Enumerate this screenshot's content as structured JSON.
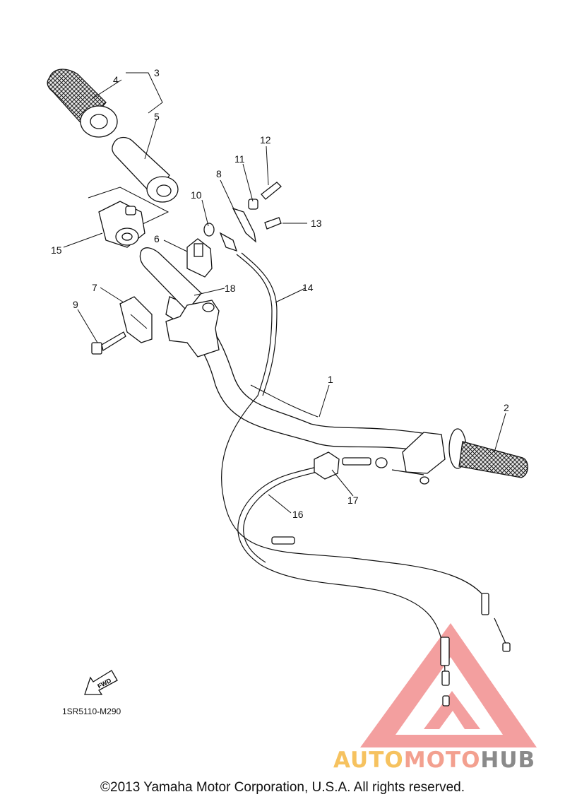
{
  "callouts": {
    "c1": "1",
    "c2": "2",
    "c3": "3",
    "c4": "4",
    "c5": "5",
    "c6": "6",
    "c7": "7",
    "c8": "8",
    "c9": "9",
    "c10": "10",
    "c11": "11",
    "c12": "12",
    "c13": "13",
    "c14": "14",
    "c15": "15",
    "c16": "16",
    "c17": "17",
    "c18": "18"
  },
  "fwd_label": "FWD",
  "diagram_code": "1SR5110-M290",
  "copyright": "©2013 Yamaha Motor Corporation, U.S.A. All rights reserved.",
  "watermark": {
    "part1": "AUTO",
    "part2": "MOTO",
    "part3": "HUB",
    "colors": {
      "part1": "#f6c25f",
      "part2": "#f3a08f",
      "part3": "#8a8a8a",
      "triangle": "#f08080"
    }
  }
}
